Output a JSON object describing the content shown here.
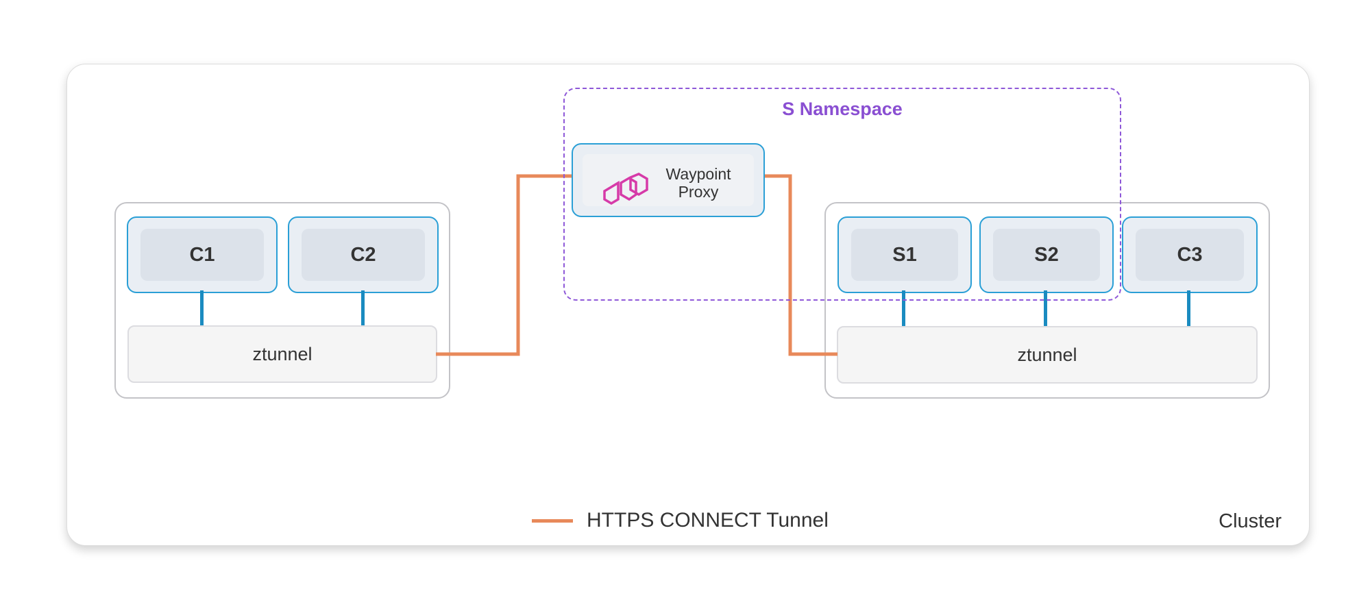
{
  "cluster": {
    "label": "Cluster"
  },
  "namespace": {
    "label": "S Namespace"
  },
  "waypoint": {
    "label_line1": "Waypoint",
    "label_line2": "Proxy",
    "icon": "waypoint-proxy-icon"
  },
  "left_node": {
    "pods": [
      "C1",
      "C2"
    ],
    "ztunnel": "ztunnel"
  },
  "right_node": {
    "pods": [
      "S1",
      "S2",
      "C3"
    ],
    "ztunnel": "ztunnel"
  },
  "legend": {
    "label": "HTTPS CONNECT Tunnel"
  },
  "colors": {
    "tunnel": "#e8895a",
    "pod_border": "#2a9fd6",
    "namespace": "#8a4fd2",
    "waypoint_icon": "#d63aa8"
  }
}
